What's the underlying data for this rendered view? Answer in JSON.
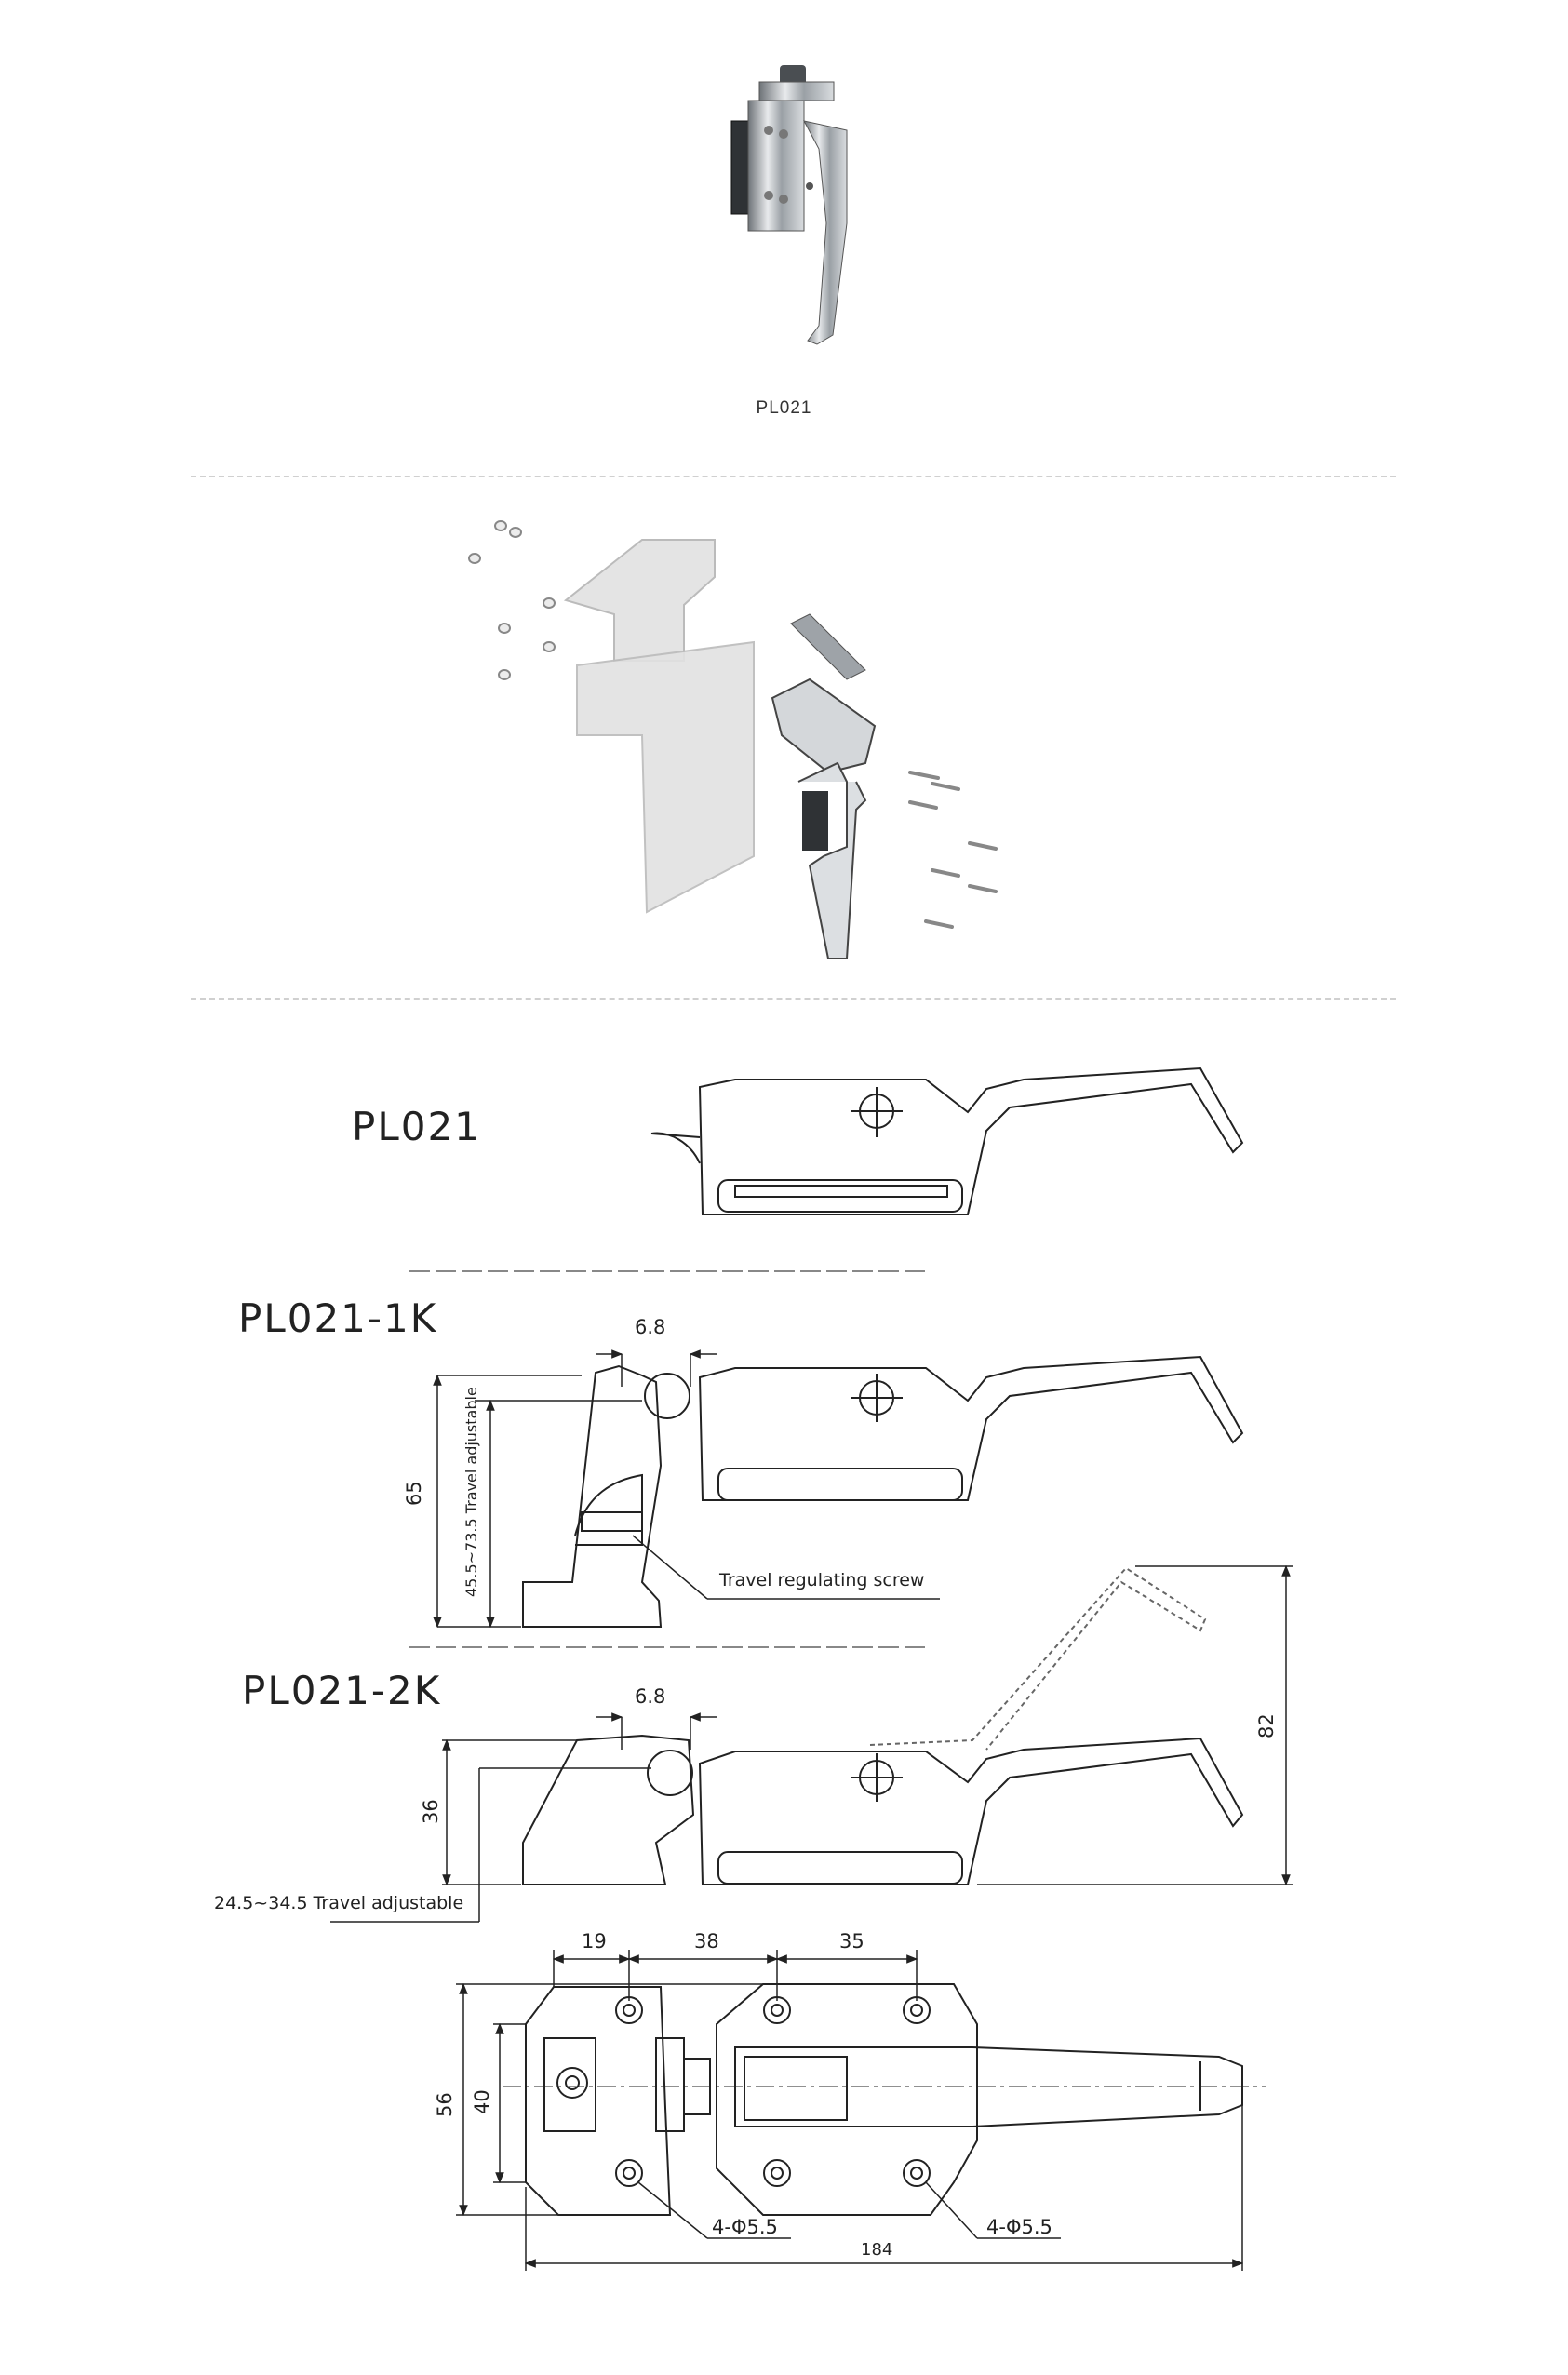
{
  "product": {
    "photo_caption": "PL021"
  },
  "drawings": {
    "pl021": {
      "title": "PL021"
    },
    "pl021_1k": {
      "title": "PL021-1K",
      "dim_top": "6.8",
      "dim_height": "65",
      "dim_travel": "45.5~73.5 Travel adjustable",
      "note_screw": "Travel regulating screw"
    },
    "pl021_2k": {
      "title": "PL021-2K",
      "dim_top": "6.8",
      "dim_height": "36",
      "dim_open": "82",
      "note_travel": "24.5~34.5 Travel adjustable"
    },
    "plan": {
      "dim_a": "19",
      "dim_b": "38",
      "dim_c": "35",
      "dim_outer_h": "56",
      "dim_inner_h": "40",
      "holes_left": "4-Φ5.5",
      "holes_right": "4-Φ5.5",
      "dim_total": "184"
    }
  }
}
